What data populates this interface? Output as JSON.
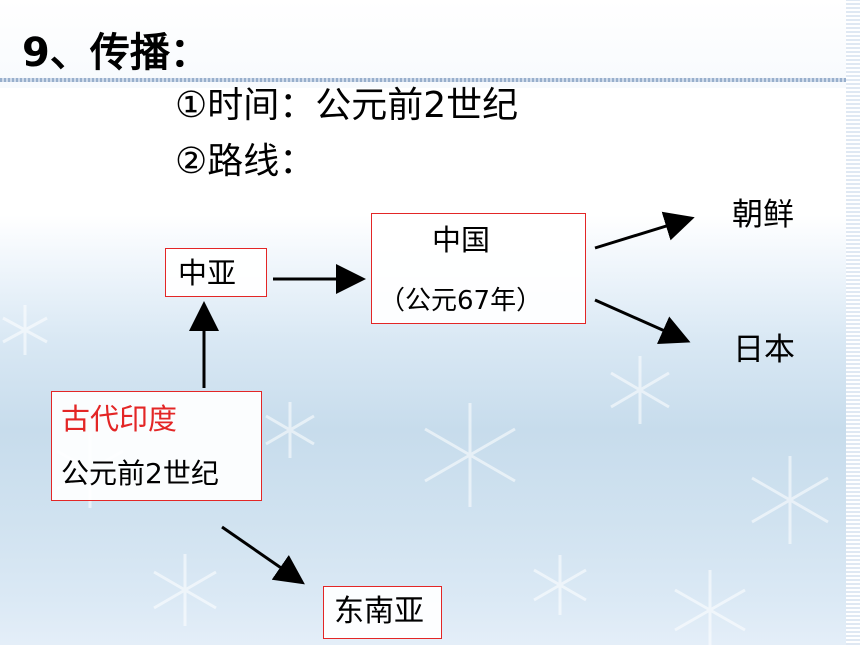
{
  "title": "9、传播：",
  "lines": {
    "time": "①时间：公元前2世纪",
    "route": "②路线："
  },
  "diagram": {
    "central_asia": "中亚",
    "china": {
      "name": "中国",
      "year": "（公元67年）"
    },
    "korea": "朝鲜",
    "japan": "日本",
    "ancient_india": {
      "name": "古代印度",
      "time": "公元前2世纪"
    },
    "southeast_asia": "东南亚",
    "colors": {
      "box_border": "#e32626",
      "highlight_text": "#e32626",
      "arrow": "#000000"
    }
  }
}
